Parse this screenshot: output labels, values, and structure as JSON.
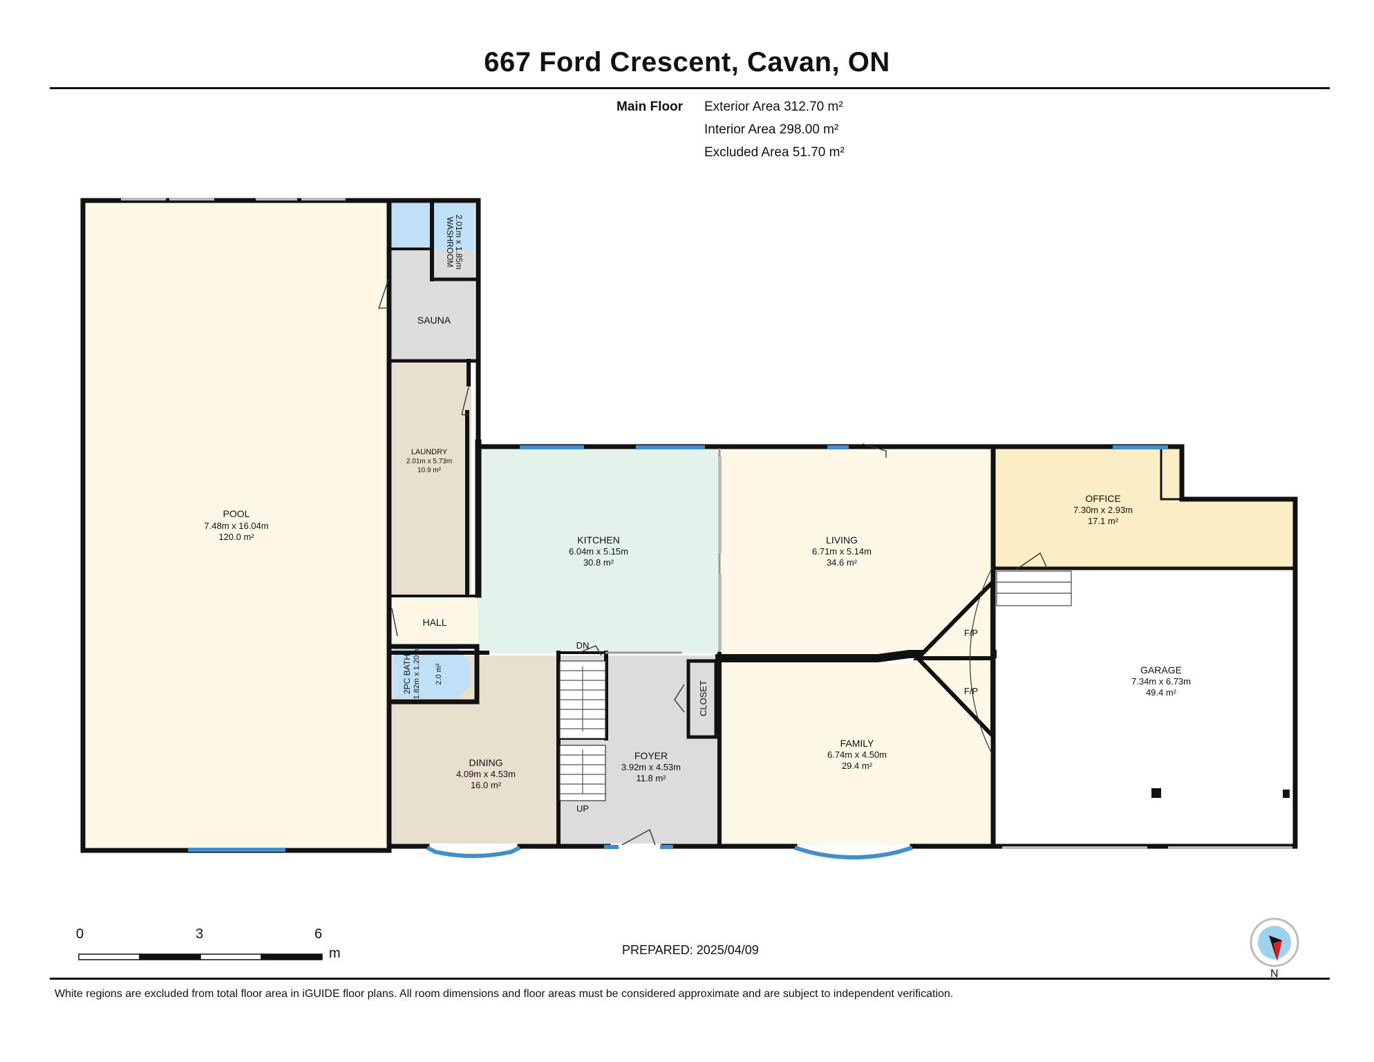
{
  "title": "667 Ford Crescent, Cavan, ON",
  "area_summary": {
    "floor_label": "Main Floor",
    "exterior": "Exterior Area 312.70 m²",
    "interior": "Interior Area 298.00 m²",
    "excluded": "Excluded Area 51.70 m²"
  },
  "colors": {
    "wall": "#111111",
    "window": "#3f8fd0",
    "pool": "#fdf8e6",
    "washroom": "#bfe0f7",
    "sauna": "#dcdcdc",
    "laundry": "#e9dfcf",
    "kitchen": "#e3f2ea",
    "living": "#fdf8e6",
    "office": "#fbedc4",
    "garage": "#ffffff",
    "dining": "#e9dfcf",
    "foyer": "#dcdcdc",
    "family": "#fdf8e6"
  },
  "rooms": {
    "pool": {
      "name": "POOL",
      "dims": "7.48m x 16.04m",
      "area": "120.0 m²"
    },
    "washroom": {
      "name": "WASHROOM",
      "dims": "2.01m x 1.85m"
    },
    "sauna": {
      "name": "SAUNA"
    },
    "laundry": {
      "name": "LAUNDRY",
      "dims": "2.01m x 5.73m",
      "area": "10.9 m²"
    },
    "hall": {
      "name": "HALL"
    },
    "bath2pc": {
      "name": "2PC BATH",
      "dims": "1.82m x 1.20m",
      "area": "2.0 m²"
    },
    "kitchen": {
      "name": "KITCHEN",
      "dims": "6.04m x 5.15m",
      "area": "30.8 m²"
    },
    "living": {
      "name": "LIVING",
      "dims": "6.71m x 5.14m",
      "area": "34.6 m²"
    },
    "office": {
      "name": "OFFICE",
      "dims": "7.30m x 2.93m",
      "area": "17.1 m²"
    },
    "garage": {
      "name": "GARAGE",
      "dims": "7.34m x 6.73m",
      "area": "49.4 m²"
    },
    "dining": {
      "name": "DINING",
      "dims": "4.09m x 4.53m",
      "area": "16.0 m²"
    },
    "foyer": {
      "name": "FOYER",
      "dims": "3.92m x 4.53m",
      "area": "11.8 m²"
    },
    "family": {
      "name": "FAMILY",
      "dims": "6.74m x 4.50m",
      "area": "29.4 m²"
    },
    "closet": {
      "name": "CLOSET"
    },
    "fp_upper": {
      "name": "F/P"
    },
    "fp_lower": {
      "name": "F/P"
    }
  },
  "stairs": {
    "down": "DN",
    "up": "UP"
  },
  "scale": {
    "labels": [
      "0",
      "3",
      "6"
    ],
    "unit": "m"
  },
  "prepared": "PREPARED: 2025/04/09",
  "compass": {
    "north": "N"
  },
  "footer": "White regions are excluded from total floor area in iGUIDE floor plans. All room dimensions and floor areas must be considered approximate and are subject to independent verification."
}
